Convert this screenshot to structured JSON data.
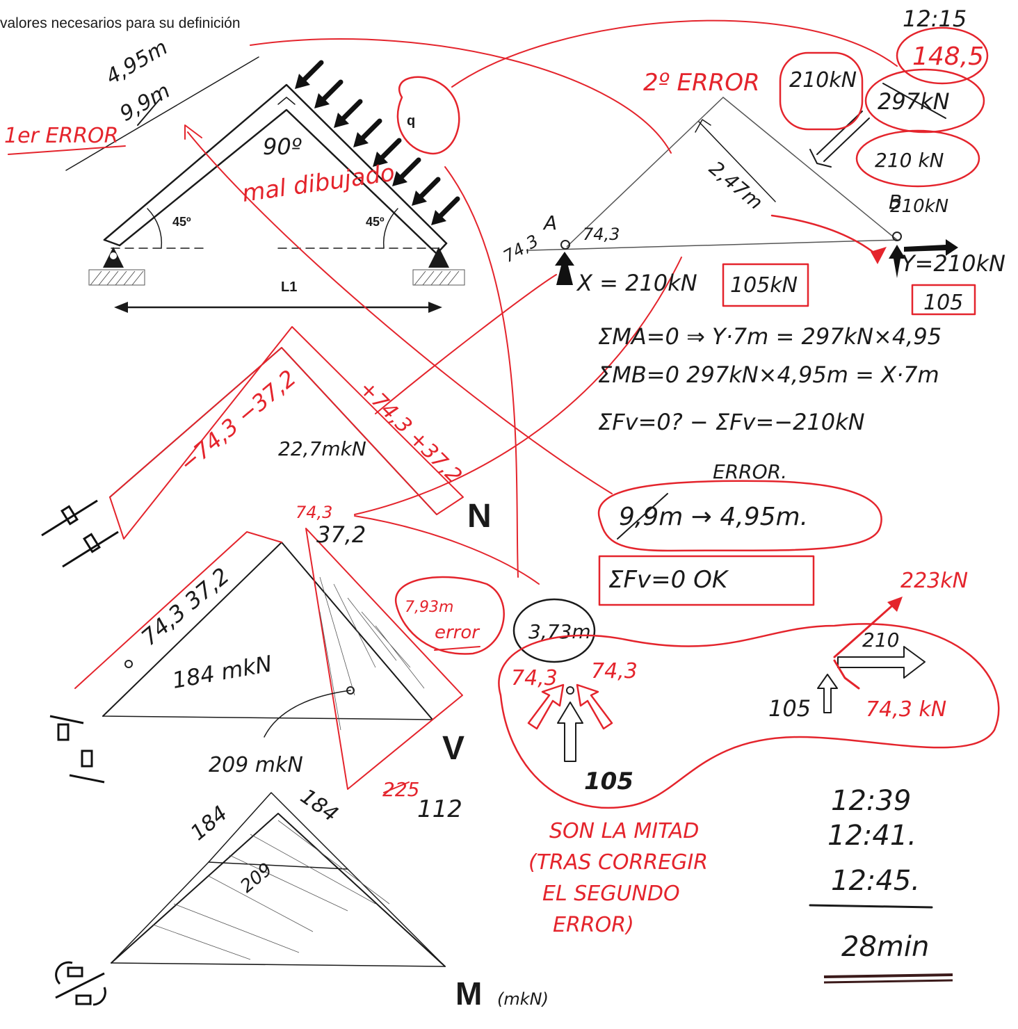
{
  "header": "valores necesarios para su definición",
  "problem": {
    "load_label": "q",
    "angle_left": "45º",
    "angle_right": "45º",
    "span_label": "L1"
  },
  "diagrams": {
    "axial": "N",
    "shear": "V",
    "moment": "M",
    "moment_unit": "(mkN)"
  },
  "notes": {
    "time_start": "12:15",
    "err1": "1er ERROR",
    "len_ok": "4,95m",
    "len_bad": "9,9m",
    "angle_90": "90º",
    "mal_dibujado": "mal dibujado",
    "err2": "2º ERROR",
    "f_bad": "297kN",
    "f_new": "148,5",
    "f210a": "210kN",
    "f210b": "210 kN",
    "f210c": "210kN",
    "len_diag": "2,47m",
    "pt_a": "A",
    "pt_b": "B",
    "ax": "74,3",
    "ay": "74,3",
    "x_eq": "X = 210kN",
    "x_box": "105kN",
    "y_eq": "Y=210kN",
    "y_box": "105",
    "eq1": "ΣMA=0 ⇒  Y·7m = 297kN×4,95",
    "eq2": "ΣMB=0   297kN×4,95m = X·7m",
    "eq3": "ΣFv=0? − ΣFv=−210kN",
    "error_word": "ERROR.",
    "fix": "9,9m → 4,95m.",
    "fv_ok": "ΣFv=0    OK",
    "n_left": "−74,3 −37,2",
    "n_right": "+74,3  +37,2",
    "moment_22": "22,7mkN",
    "n_mid": "74,3",
    "v_mid": "37,2",
    "v_left": "74,3  37,2",
    "v_184": "184 mkN",
    "v_209": "209 mkN",
    "v_225": "225",
    "v_112": "112",
    "len_err": "7,93m",
    "err_word": "error",
    "len_ok2": "3,73m",
    "f223": "223kN",
    "f210d": "210",
    "f105a": "105",
    "f743": "74,3 kN",
    "n743a": "74,3",
    "n743b": "74,3",
    "n105": "105",
    "m184a": "184",
    "m184b": "184",
    "m209": "209",
    "half1": "SON LA MITAD",
    "half2": "(TRAS CORREGIR",
    "half3": "EL SEGUNDO",
    "half4": "ERROR)",
    "t1": "12:39",
    "t2": "12:41.",
    "t3": "12:45.",
    "total": "28min"
  },
  "colors": {
    "ink": "#1a1a1a",
    "correction": "#e4242c"
  }
}
